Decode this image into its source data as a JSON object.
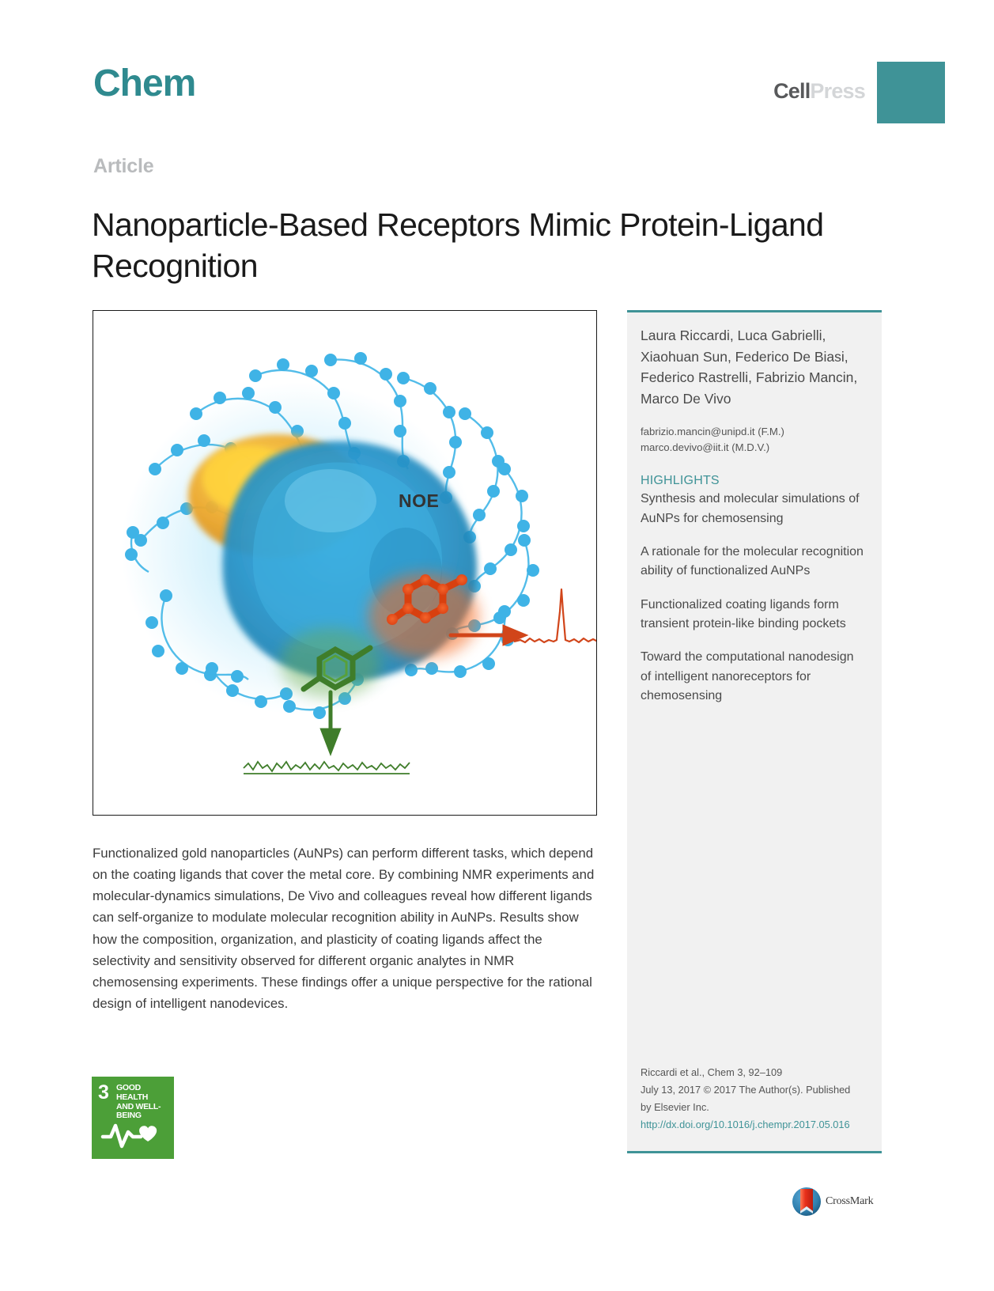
{
  "header": {
    "journal_logo": "Chem",
    "publisher_logo_part1": "Cell",
    "publisher_logo_part2": "Press",
    "accent_color": "#3f9397",
    "journal_logo_color": "#2f8a8f"
  },
  "article": {
    "kicker": "Article",
    "title": "Nanoparticle-Based Receptors Mimic Protein-Ligand Recognition"
  },
  "graphical_abstract": {
    "noe_label": "NOE",
    "nanoparticle_color": "#35a8dc",
    "gold_patch_color": "#e8a72c",
    "noe_spectrum_color": "#d1451a",
    "green_spectrum_color": "#3f7d2a",
    "red_ligand_color": "#e04a16",
    "green_ligand_color": "#3f7d2a"
  },
  "abstract": {
    "text": "Functionalized gold nanoparticles (AuNPs) can perform different tasks, which depend on the coating ligands that cover the metal core. By combining NMR experiments and molecular-dynamics simulations, De Vivo and colleagues reveal how different ligands can self-organize to modulate molecular recognition ability in AuNPs. Results show how the composition, organization, and plasticity of coating ligands affect the selectivity and sensitivity observed for different organic analytes in NMR chemosensing experiments. These findings offer a unique perspective for the rational design of intelligent nanodevices."
  },
  "sdg_badge": {
    "number": "3",
    "line1": "GOOD HEALTH",
    "line2": "AND WELL-BEING",
    "color": "#4C9F38"
  },
  "sidebar": {
    "authors": "Laura Riccardi, Luca Gabrielli, Xiaohuan Sun, Federico De Biasi, Federico Rastrelli, Fabrizio Mancin, Marco De Vivo",
    "emails": [
      "fabrizio.mancin@unipd.it (F.M.)",
      "marco.devivo@iit.it (M.D.V.)"
    ],
    "highlights_header": "HIGHLIGHTS",
    "highlights": [
      "Synthesis and molecular simulations of AuNPs for chemosensing",
      "A rationale for the molecular recognition ability of functionalized AuNPs",
      "Functionalized coating ligands form transient protein-like binding pockets",
      "Toward the computational nanodesign of intelligent nanoreceptors for chemosensing"
    ],
    "citation": {
      "line1": "Riccardi et al., Chem 3, 92–109",
      "line2": "July 13, 2017 © 2017 The Author(s). Published",
      "line3": "by Elsevier Inc.",
      "doi": "http://dx.doi.org/10.1016/j.chempr.2017.05.016"
    }
  },
  "crossmark": {
    "label": "CrossMark"
  }
}
